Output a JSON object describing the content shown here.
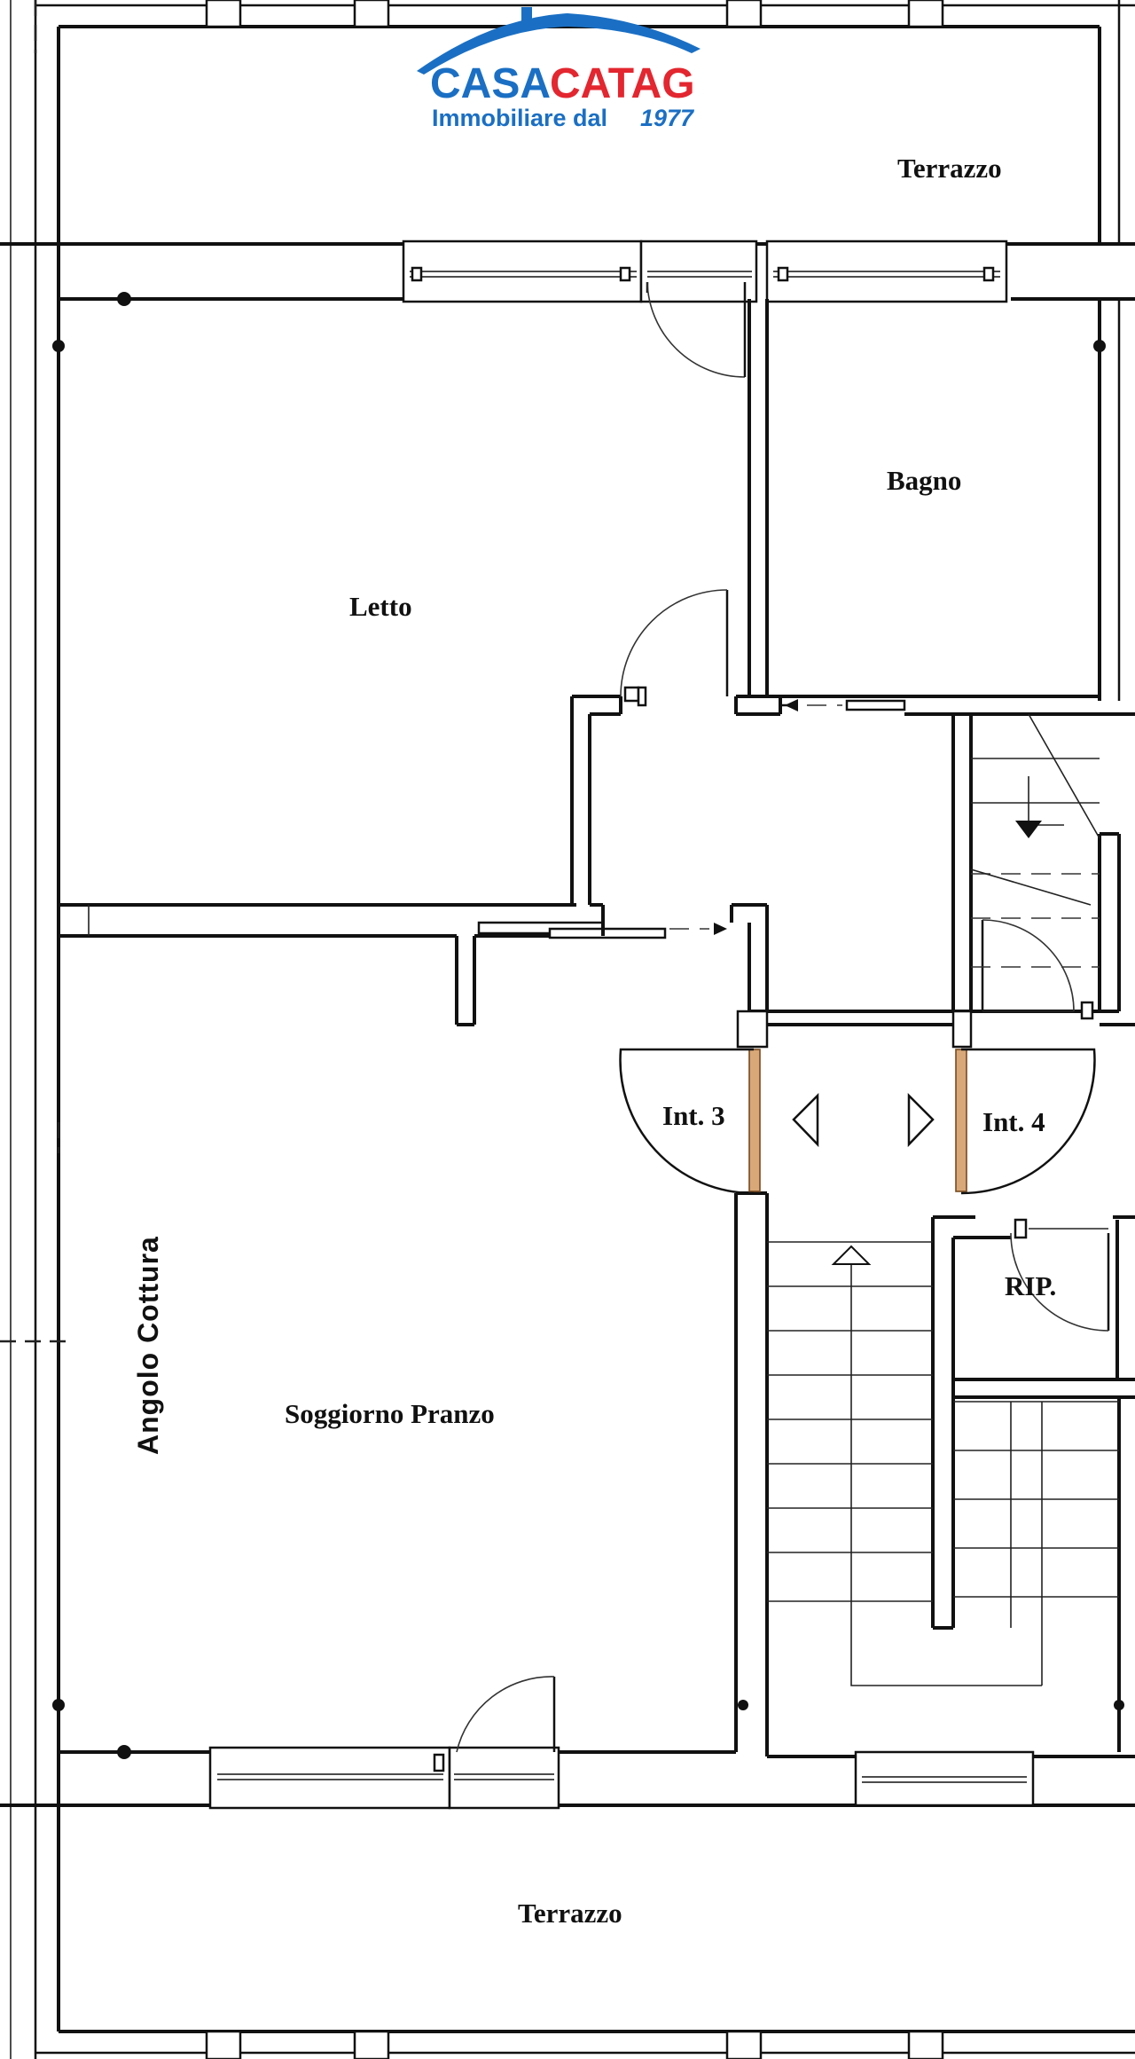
{
  "logo": {
    "brand_part1": "CASA",
    "brand_part2": "CATAG",
    "tagline": "Immobiliare dal ",
    "tagline_year": "1977",
    "colors": {
      "primary": "#1a6fc4",
      "accent": "#e3262f",
      "roof": "#1a6fc4"
    }
  },
  "rooms": {
    "terrazzo_top": "Terrazzo",
    "letto": "Letto",
    "bagno": "Bagno",
    "int3": "Int. 3",
    "int4": "Int. 4",
    "rip": "RIP.",
    "angolo_cottura": "Angolo Cottura",
    "soggiorno": "Soggiorno Pranzo",
    "terrazzo_bottom": "Terrazzo"
  },
  "colors": {
    "wall": "#111111",
    "entry_door": "#d8a878",
    "background": "#ffffff"
  },
  "icons": [
    "stair-arrow-down-icon",
    "stair-arrow-up-icon",
    "triangle-left-icon",
    "triangle-right-icon",
    "house-roof-icon"
  ]
}
